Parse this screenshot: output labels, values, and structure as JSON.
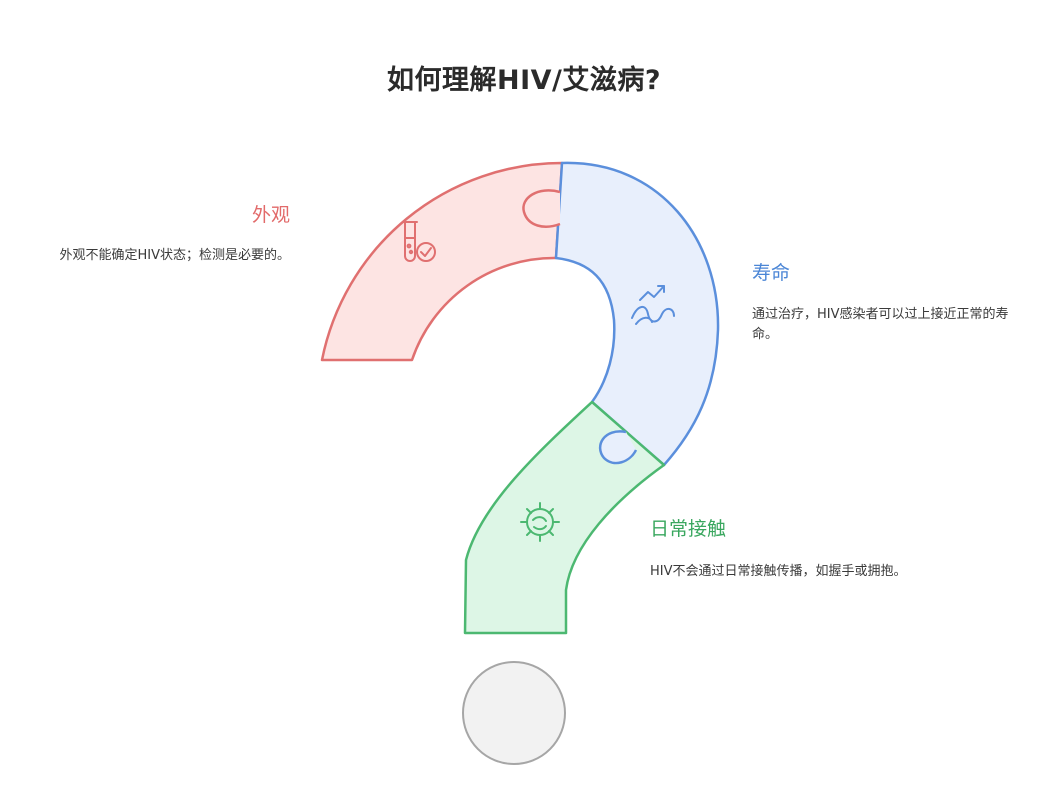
{
  "title": "如何理解HIV/艾滋病?",
  "segments": [
    {
      "key": "appearance",
      "title": "外观",
      "description": "外观不能确定HIV状态；检测是必要的。",
      "icon": "test-tube-check-icon",
      "color": "#e26a6a",
      "fill": "#fde4e3",
      "stroke": "#e07070"
    },
    {
      "key": "lifespan",
      "title": "寿命",
      "description": "通过治疗，HIV感染者可以过上接近正常的寿命。",
      "icon": "trend-growth-icon",
      "color": "#4b86d6",
      "fill": "#e8effc",
      "stroke": "#5b8fdc"
    },
    {
      "key": "contact",
      "title": "日常接触",
      "description": "HIV不会通过日常接触传播，如握手或拥抱。",
      "icon": "virus-germs-icon",
      "color": "#3aa75f",
      "fill": "#ddf6e6",
      "stroke": "#4cb871"
    }
  ],
  "dot": {
    "fill": "#f2f2f2",
    "stroke": "#a6a6a6"
  }
}
